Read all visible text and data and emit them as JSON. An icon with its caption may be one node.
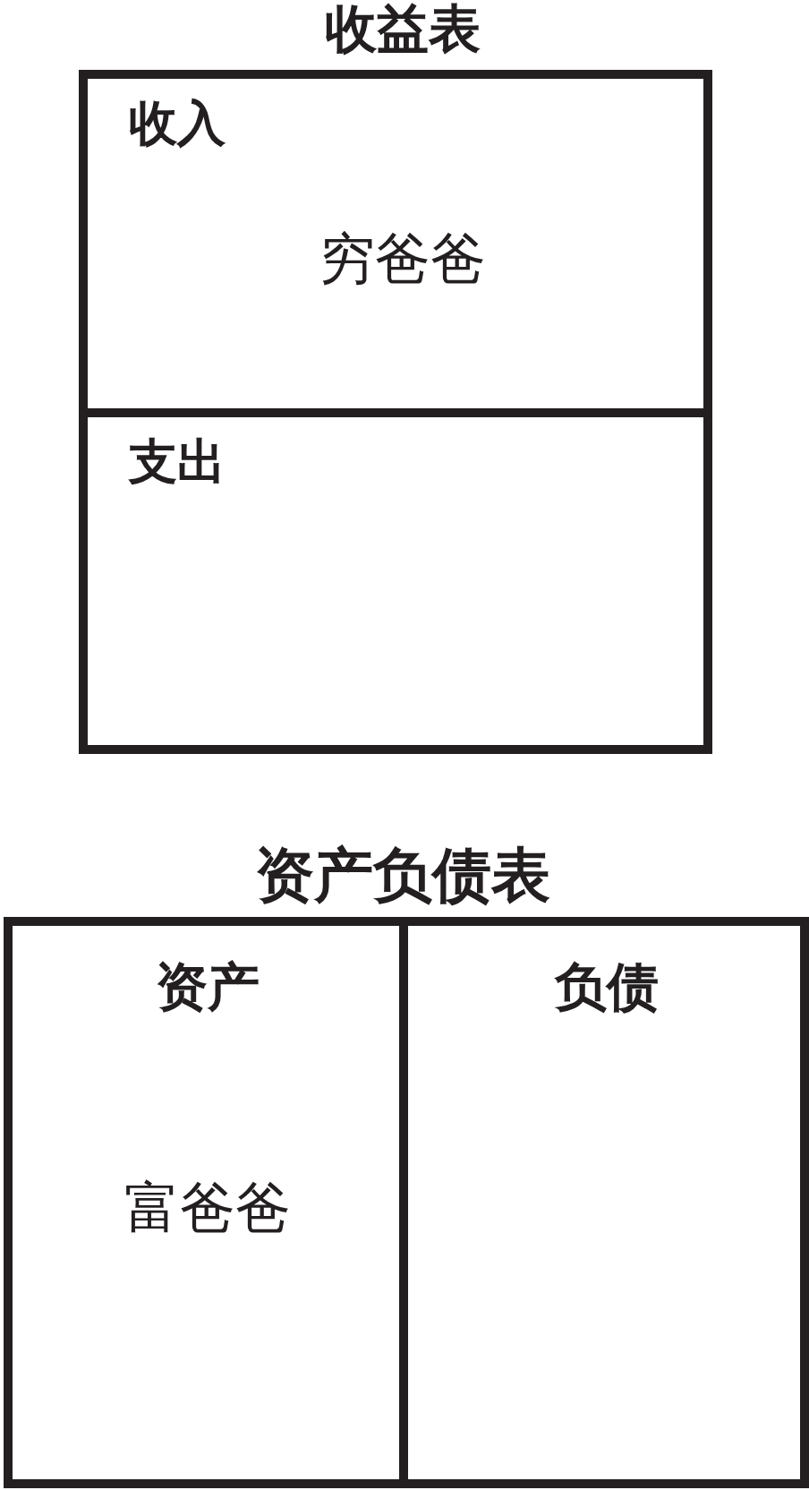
{
  "diagram": {
    "nodes": [
      {
        "text": [
          "收益表"
        ]
      },
      {
        "text": [
          "收入",
          "穷爸爸"
        ],
        "in": 0
      },
      {
        "text": [
          "支出"
        ],
        "in": 0
      },
      {
        "text": [
          "资产负债表"
        ]
      },
      {
        "text": [
          "资产",
          "富爸爸"
        ],
        "in": 3
      },
      {
        "text": [
          "负债"
        ],
        "in": 3
      }
    ]
  }
}
